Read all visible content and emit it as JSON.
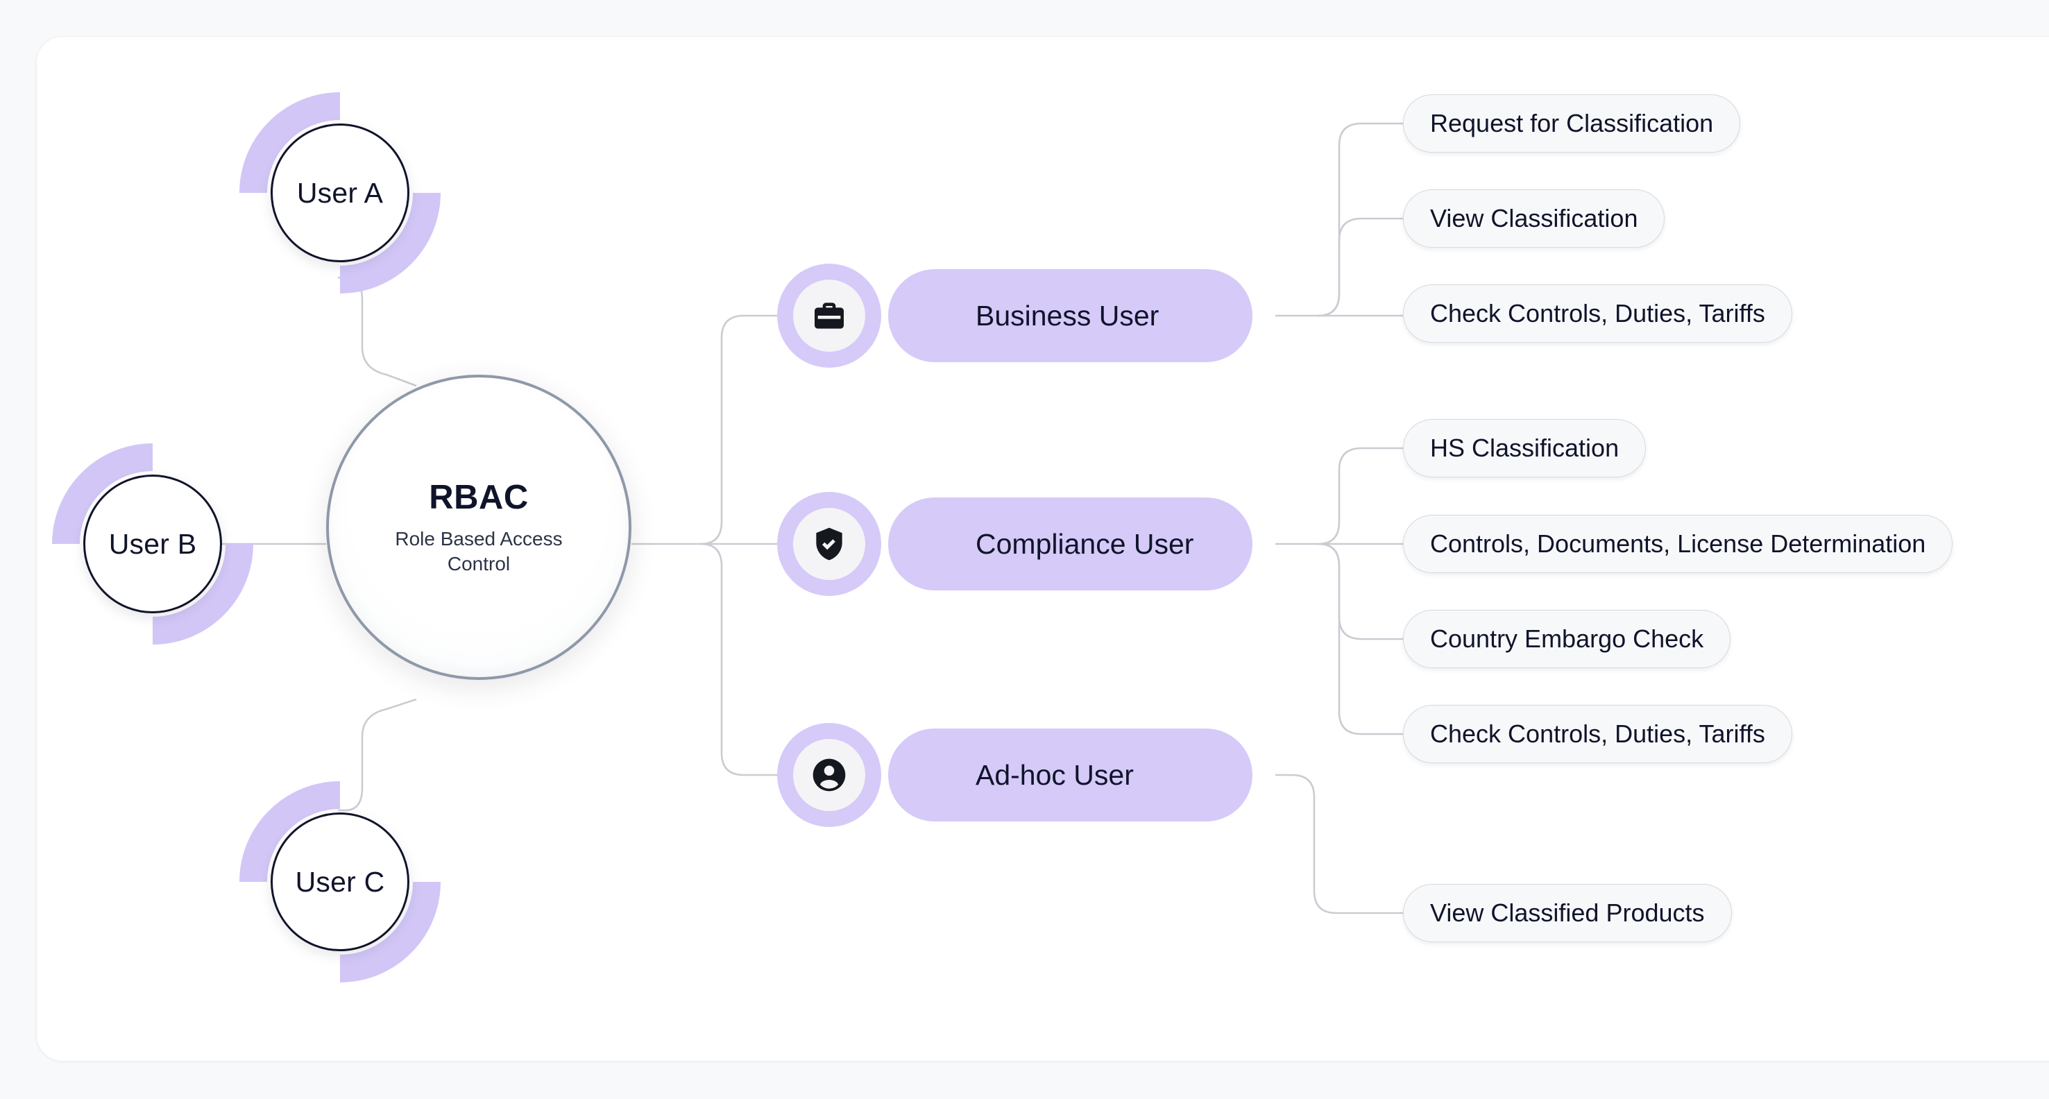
{
  "diagram": {
    "center": {
      "title": "RBAC",
      "subtitle": "Role Based Access Control"
    },
    "users": [
      {
        "label": "User A"
      },
      {
        "label": "User B"
      },
      {
        "label": "User C"
      }
    ],
    "roles": [
      {
        "label": "Business User",
        "icon": "briefcase-icon",
        "permissions": [
          {
            "label": "Request for Classification"
          },
          {
            "label": "View Classification"
          },
          {
            "label": "Check Controls, Duties, Tariffs"
          }
        ]
      },
      {
        "label": "Compliance User",
        "icon": "shield-check-icon",
        "permissions": [
          {
            "label": "HS Classification"
          },
          {
            "label": "Controls, Documents, License Determination"
          },
          {
            "label": "Country Embargo Check"
          },
          {
            "label": "Check Controls, Duties, Tariffs"
          }
        ]
      },
      {
        "label": "Ad-hoc User",
        "icon": "account-circle-icon",
        "permissions": [
          {
            "label": "View Classified Products"
          }
        ]
      }
    ],
    "colors": {
      "accent_purple": "#d5caf8",
      "node_text": "#10142a",
      "connector": "#c9ccd1",
      "leaf_bg": "#f7f8fa",
      "canvas": "#ffffff",
      "page_bg": "#f8f9fa"
    }
  }
}
